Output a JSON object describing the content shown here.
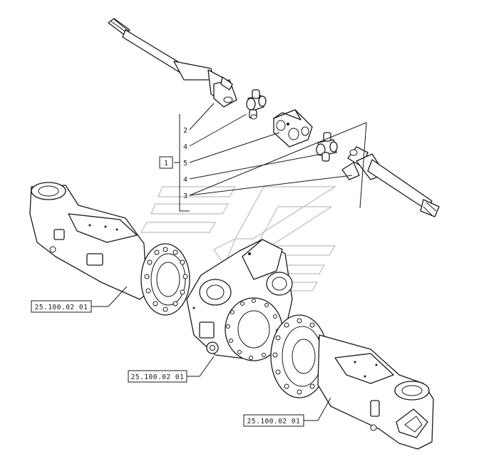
{
  "callouts": {
    "group": "1",
    "items": [
      "2",
      "4",
      "5",
      "4",
      "3"
    ]
  },
  "references": {
    "left_housing": "25.100.02 01",
    "center_housing": "25.100.02 01",
    "right_housing": "25.100.02 01"
  },
  "icons": [
    "axle-shaft-icon",
    "universal-joint-icon",
    "coupling-yoke-icon",
    "axle-housing-icon",
    "differential-housing-icon"
  ],
  "colors": {
    "line": "#1a1a1a",
    "watermark": "#bdbdbd",
    "background": "#ffffff"
  }
}
